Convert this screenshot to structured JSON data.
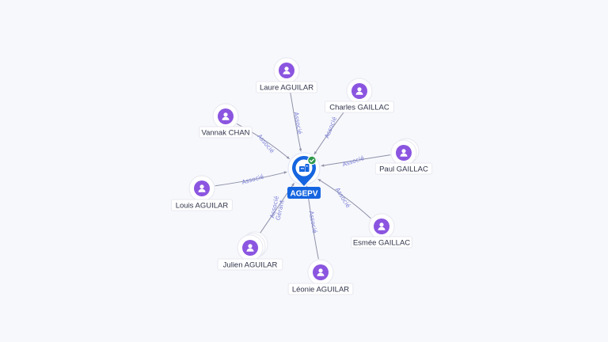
{
  "center": {
    "label": "AGEPV",
    "icon": "building-icon",
    "verified_icon": "check-icon"
  },
  "colors": {
    "person_node": "#8b55e0",
    "company_pin": "#1565e0",
    "edge_label": "#7b7fd6",
    "verified": "#2e9a4e",
    "background": "#f7f8fc"
  },
  "people": [
    {
      "name": "Laure AGUILAR",
      "relation": "Associé"
    },
    {
      "name": "Charles GAILLAC",
      "relation": "Associé"
    },
    {
      "name": "Vannak CHAN",
      "relation": "Associé"
    },
    {
      "name": "Paul GAILLAC",
      "relation": "Associé"
    },
    {
      "name": "Louis AGUILAR",
      "relation": "Associé"
    },
    {
      "name": "Esmée GAILLAC",
      "relation": "Associé"
    },
    {
      "name": "Julien AGUILAR",
      "relation": "Associé",
      "relation2": "Gérant"
    },
    {
      "name": "Léonie AGUILAR",
      "relation": "Associé"
    }
  ]
}
